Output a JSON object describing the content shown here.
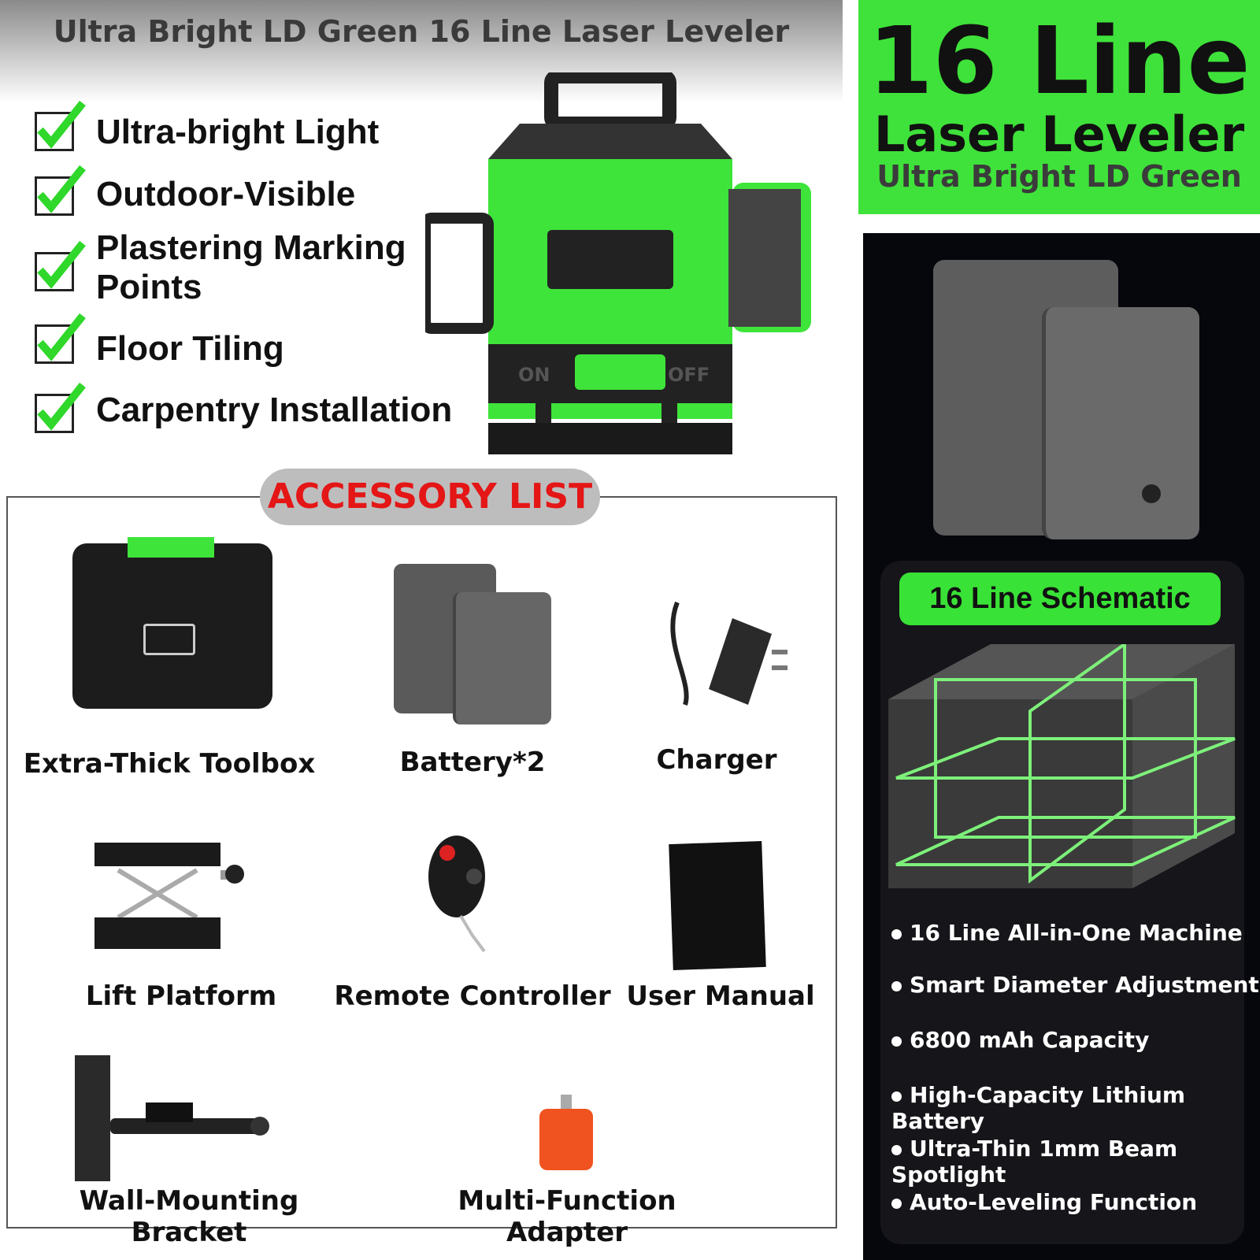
{
  "header": {
    "title": "Ultra Bright LD Green 16 Line Laser Leveler"
  },
  "features": [
    "Ultra-bright Light",
    "Outdoor-Visible",
    "Plastering Marking Points",
    "Floor Tiling",
    "Carpentry Installation"
  ],
  "accessory": {
    "title": "ACCESSORY LIST",
    "items": [
      "Extra-Thick Toolbox",
      "Battery*2",
      "Charger",
      "Lift Platform",
      "Remote Controller",
      "User Manual",
      "Wall-Mounting Bracket",
      "Multi-Function Adapter"
    ]
  },
  "hero_panel": {
    "line1": "16 Line",
    "line2": "Laser Leveler",
    "line3": "Ultra Bright LD Green"
  },
  "schematic": {
    "title": "16 Line Schematic",
    "bullets": [
      "16 Line All-in-One Machine",
      "Smart Diameter Adjustment",
      "6800 mAh Capacity",
      "High-Capacity Lithium Battery",
      "Ultra-Thin 1mm Beam Spotlight",
      "Auto-Leveling Function"
    ]
  },
  "device": {
    "switch_on": "ON",
    "switch_off": "OFF"
  },
  "colors": {
    "accent_green": "#3fe23a",
    "accessory_red": "#e41616",
    "dark_panel": "#06070d"
  }
}
